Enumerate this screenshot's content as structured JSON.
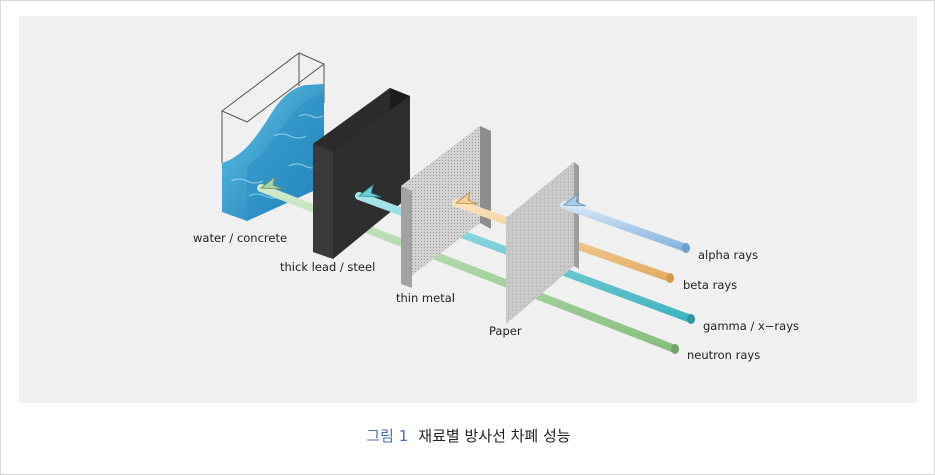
{
  "figure": {
    "barriers": [
      {
        "name": "water-concrete",
        "label": "water / concrete"
      },
      {
        "name": "thick-lead-steel",
        "label": "thick lead / steel"
      },
      {
        "name": "thin-metal",
        "label": "thin metal"
      },
      {
        "name": "paper",
        "label": "Paper"
      }
    ],
    "rays": [
      {
        "name": "alpha",
        "label": "alpha rays",
        "color": "#a9cdee",
        "stopped_by": "Paper"
      },
      {
        "name": "beta",
        "label": "beta rays",
        "color": "#f2cf96",
        "stopped_by": "thin metal"
      },
      {
        "name": "gamma",
        "label": "gamma / x−rays",
        "color": "#6ccfd6",
        "stopped_by": "thick lead / steel"
      },
      {
        "name": "neutron",
        "label": "neutron rays",
        "color": "#a9d6a0",
        "stopped_by": "water / concrete"
      }
    ]
  },
  "caption": {
    "number": "그림 1",
    "title": "재료별 방사선 차폐 성능"
  }
}
